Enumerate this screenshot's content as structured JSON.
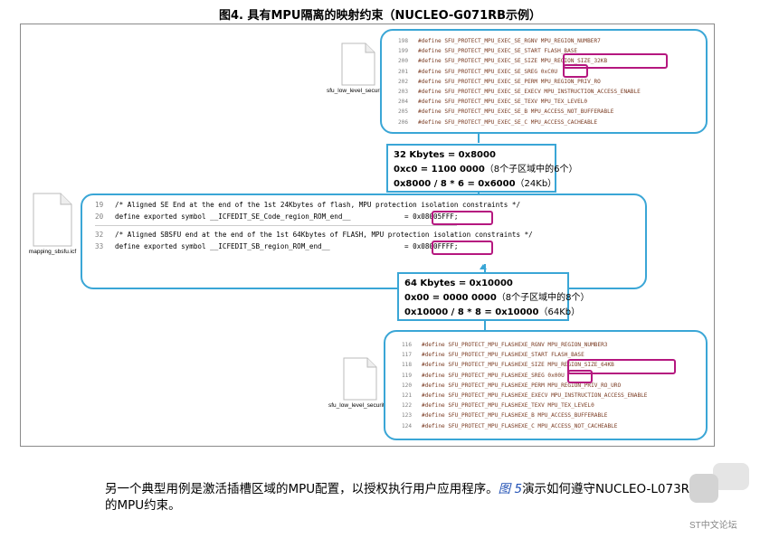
{
  "figure_title": "图4. 具有MPU隔离的映射约束（NUCLEO-G071RB示例）",
  "files": {
    "top": "sfu_low_level_security.h",
    "left": "mapping_sbsfu.icf",
    "bottom": "sfu_low_level_security.h"
  },
  "top_code": [
    {
      "num": "198",
      "text": "#define SFU_PROTECT_MPU_EXEC_SE_RGNV  MPU_REGION_NUMBER7"
    },
    {
      "num": "199",
      "text": "#define SFU_PROTECT_MPU_EXEC_SE_START FLASH_BASE"
    },
    {
      "num": "200",
      "text": "#define SFU_PROTECT_MPU_EXEC_SE_SIZE  MPU_REGION_SIZE_32KB"
    },
    {
      "num": "201",
      "text": "#define SFU_PROTECT_MPU_EXEC_SE_SREG  0xC0U"
    },
    {
      "num": "202",
      "text": "#define SFU_PROTECT_MPU_EXEC_SE_PERM  MPU_REGION_PRIV_RO"
    },
    {
      "num": "203",
      "text": "#define SFU_PROTECT_MPU_EXEC_SE_EXECV MPU_INSTRUCTION_ACCESS_ENABLE"
    },
    {
      "num": "204",
      "text": "#define SFU_PROTECT_MPU_EXEC_SE_TEXV  MPU_TEX_LEVEL0"
    },
    {
      "num": "205",
      "text": "#define SFU_PROTECT_MPU_EXEC_SE_B     MPU_ACCESS_NOT_BUFFERABLE"
    },
    {
      "num": "206",
      "text": "#define SFU_PROTECT_MPU_EXEC_SE_C     MPU_ACCESS_CACHEABLE"
    }
  ],
  "calc_top": {
    "line1": "32 Kbytes = 0x8000",
    "line2a": "0xc0 = 1100 0000",
    "line2b": "（8个子区域中的6个）",
    "line3a": "0x8000 / 8 * 6 = 0x6000",
    "line3b": "（24Kb）"
  },
  "mid_code": [
    {
      "num": "19",
      "text": "/* Aligned SE End at the end of the 1st 24Kbytes of flash, MPU protection isolation constraints */"
    },
    {
      "num": "20",
      "text": "define exported symbol __ICFEDIT_SE_Code_region_ROM_end__",
      "val": "= 0x08005FFF;"
    },
    {
      "num": "32",
      "text": "/* Aligned SBSFU end at the end of the 1st 64Kbytes of FLASH, MPU protection isolation constraints */"
    },
    {
      "num": "33",
      "text": "define exported symbol __ICFEDIT_SB_region_ROM_end__",
      "val": "= 0x0800FFFF;"
    }
  ],
  "calc_bottom": {
    "line1": "64 Kbytes = 0x10000",
    "line2a": "0x00 = 0000 0000",
    "line2b": "（8个子区域中的8个）",
    "line3a": "0x10000 / 8 * 8 = 0x10000",
    "line3b": "（64Kb）"
  },
  "bottom_code": [
    {
      "num": "116",
      "text": "#define SFU_PROTECT_MPU_FLASHEXE_RGNV  MPU_REGION_NUMBER3"
    },
    {
      "num": "117",
      "text": "#define SFU_PROTECT_MPU_FLASHEXE_START FLASH_BASE"
    },
    {
      "num": "118",
      "text": "#define SFU_PROTECT_MPU_FLASHEXE_SIZE  MPU_REGION_SIZE_64KB"
    },
    {
      "num": "119",
      "text": "#define SFU_PROTECT_MPU_FLASHEXE_SREG  0x00U"
    },
    {
      "num": "120",
      "text": "#define SFU_PROTECT_MPU_FLASHEXE_PERM  MPU_REGION_PRIV_RO_URO"
    },
    {
      "num": "121",
      "text": "#define SFU_PROTECT_MPU_FLASHEXE_EXECV MPU_INSTRUCTION_ACCESS_ENABLE"
    },
    {
      "num": "122",
      "text": "#define SFU_PROTECT_MPU_FLASHEXE_TEXV  MPU_TEX_LEVEL0"
    },
    {
      "num": "123",
      "text": "#define SFU_PROTECT_MPU_FLASHEXE_B     MPU_ACCESS_BUFFERABLE"
    },
    {
      "num": "124",
      "text": "#define SFU_PROTECT_MPU_FLASHEXE_C     MPU_ACCESS_NOT_CACHEABLE"
    }
  ],
  "paragraph": {
    "text1": "另一个典型用例是激活插槽区域的MPU配置，以授权执行用户应用程序。",
    "link": "图 5",
    "text2": "演示如何遵守NUCLEO-L073RZ上的MPU约束。"
  },
  "watermark": "ST中文论坛",
  "colors": {
    "frame": "#3aa6d6",
    "highlight": "#b5177f",
    "link": "#1f4fb4"
  }
}
